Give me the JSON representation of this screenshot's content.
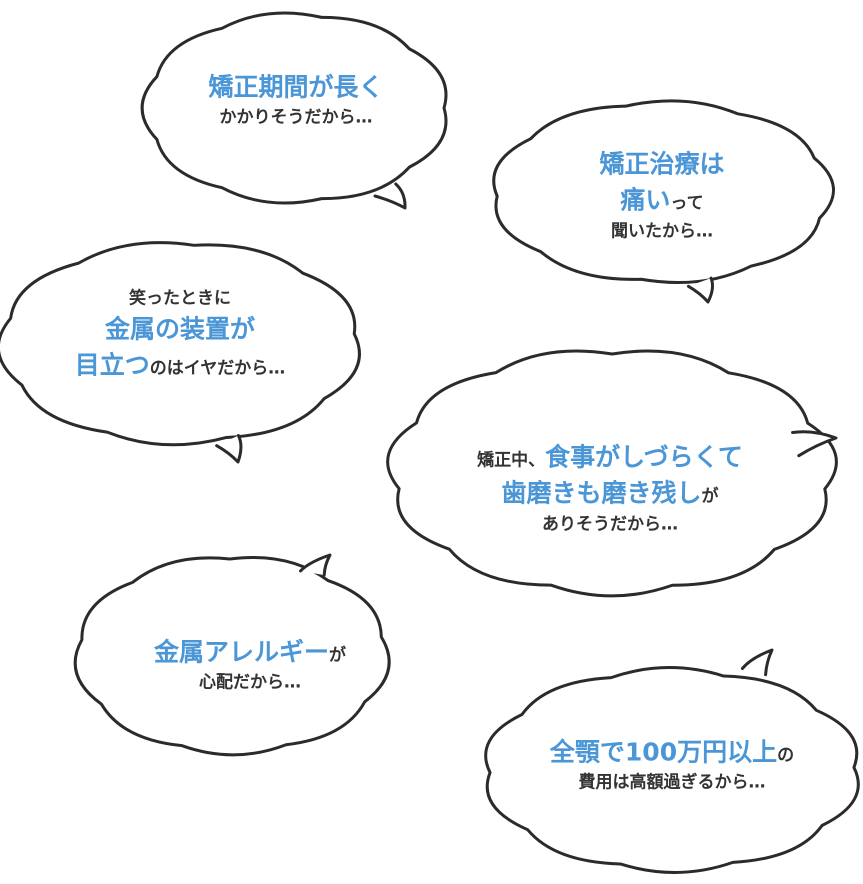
{
  "colors": {
    "accent": "#4a96d6",
    "text": "#333333",
    "outline": "#2b2b2b"
  },
  "bubbles": [
    {
      "lines": [
        [
          {
            "text": "矯正期間が長く",
            "hl": true
          }
        ],
        [
          {
            "text": "かかりそうだから…",
            "hl": false
          }
        ]
      ]
    },
    {
      "lines": [
        [
          {
            "text": "矯正治療は",
            "hl": true
          }
        ],
        [
          {
            "text": "痛い",
            "hl": true
          },
          {
            "text": "って",
            "hl": false
          }
        ],
        [
          {
            "text": "聞いたから…",
            "hl": false
          }
        ]
      ]
    },
    {
      "lines": [
        [
          {
            "text": "笑ったときに",
            "hl": false
          }
        ],
        [
          {
            "text": "金属の装置が",
            "hl": true
          }
        ],
        [
          {
            "text": "目立つ",
            "hl": true
          },
          {
            "text": "のはイヤだから…",
            "hl": false
          }
        ]
      ]
    },
    {
      "lines": [
        [
          {
            "text": "矯正中、",
            "hl": false
          },
          {
            "text": "食事がしづらくて",
            "hl": true
          }
        ],
        [
          {
            "text": "歯磨きも磨き残し",
            "hl": true
          },
          {
            "text": "が",
            "hl": false
          }
        ],
        [
          {
            "text": "ありそうだから…",
            "hl": false
          }
        ]
      ]
    },
    {
      "lines": [
        [
          {
            "text": "金属アレルギー",
            "hl": true
          },
          {
            "text": "が",
            "hl": false
          }
        ],
        [
          {
            "text": "心配だから…",
            "hl": false
          }
        ]
      ]
    },
    {
      "lines": [
        [
          {
            "text": "全顎で100万円以上",
            "hl": true
          },
          {
            "text": "の",
            "hl": false
          }
        ],
        [
          {
            "text": "費用は高額過ぎるから…",
            "hl": false
          }
        ]
      ]
    }
  ]
}
